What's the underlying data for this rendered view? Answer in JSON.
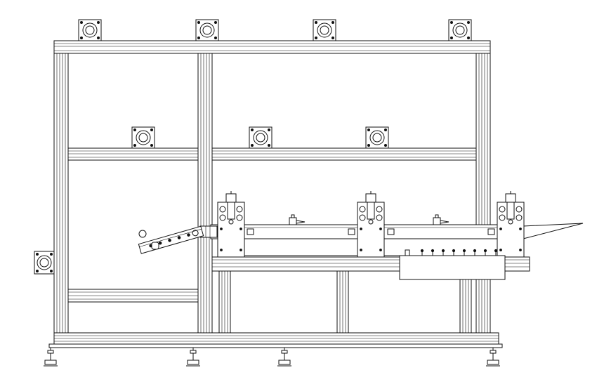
{
  "drawing": {
    "subject": "aluminum-profile-frame-with-roller-conveyor",
    "background": "#ffffff",
    "line_color": "#111111",
    "text_labels": [],
    "components": {
      "top_mount_blocks": 4,
      "mid_mount_blocks": 3,
      "side_mount_blocks": 1,
      "roller_stations": 3,
      "clamps": 2,
      "leveling_feet": 4
    }
  }
}
